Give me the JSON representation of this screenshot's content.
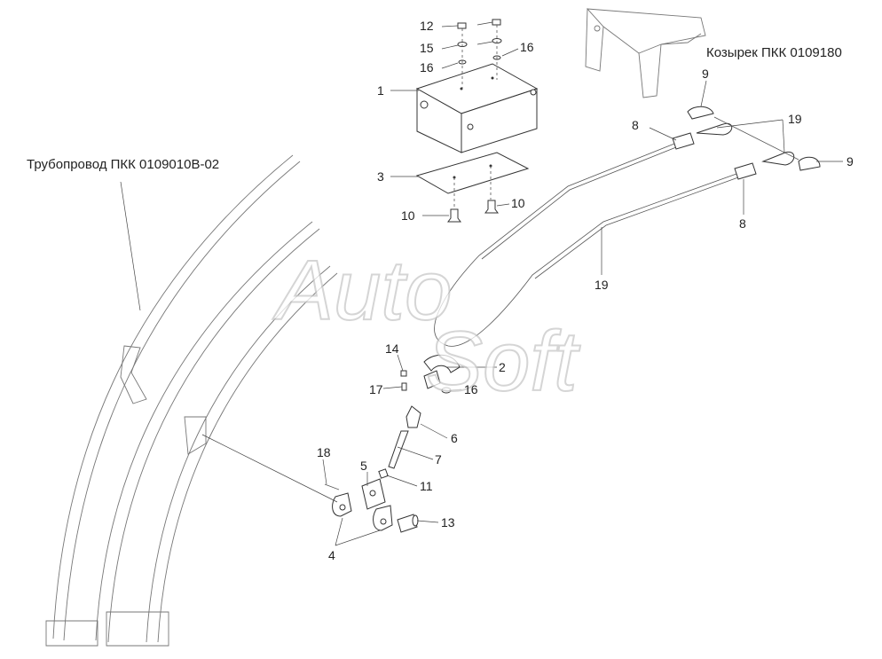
{
  "captions": {
    "pipeline": "Трубопровод ПКК 0109010В-02",
    "visor": "Козырек ПКК 0109180"
  },
  "watermark": "AutoSoft",
  "callouts": {
    "c1": "1",
    "c2": "2",
    "c3": "3",
    "c4": "4",
    "c5": "5",
    "c6": "6",
    "c7": "7",
    "c8a": "8",
    "c8b": "8",
    "c9a": "9",
    "c9b": "9",
    "c10a": "10",
    "c10b": "10",
    "c11": "11",
    "c12": "12",
    "c13": "13",
    "c14": "14",
    "c15": "15",
    "c16a": "16",
    "c16b": "16",
    "c16c": "16",
    "c17": "17",
    "c18": "18",
    "c19a": "19",
    "c19b": "19"
  }
}
